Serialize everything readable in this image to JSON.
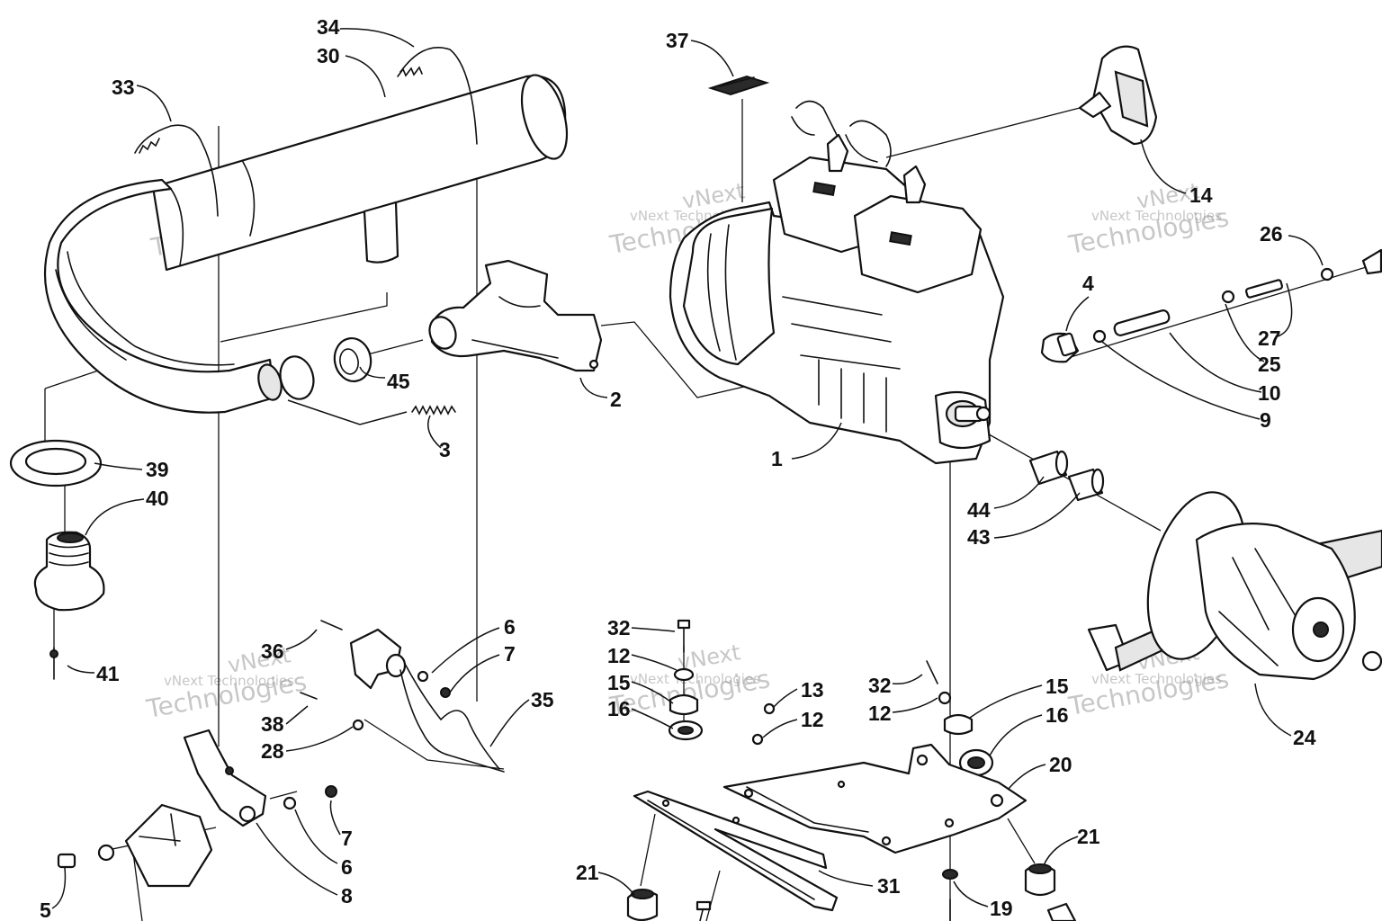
{
  "watermark": {
    "line1": "vNext",
    "line2": "vNext Technologies",
    "line3": "Technologies"
  },
  "callouts": [
    {
      "id": "c34",
      "label": "34"
    },
    {
      "id": "c30",
      "label": "30"
    },
    {
      "id": "c33",
      "label": "33"
    },
    {
      "id": "c37",
      "label": "37"
    },
    {
      "id": "c14",
      "label": "14"
    },
    {
      "id": "c26",
      "label": "26"
    },
    {
      "id": "c4",
      "label": "4"
    },
    {
      "id": "c27",
      "label": "27"
    },
    {
      "id": "c25",
      "label": "25"
    },
    {
      "id": "c10",
      "label": "10"
    },
    {
      "id": "c9",
      "label": "9"
    },
    {
      "id": "c45",
      "label": "45"
    },
    {
      "id": "c2",
      "label": "2"
    },
    {
      "id": "c3",
      "label": "3"
    },
    {
      "id": "c1",
      "label": "1"
    },
    {
      "id": "c39",
      "label": "39"
    },
    {
      "id": "c40",
      "label": "40"
    },
    {
      "id": "c44",
      "label": "44"
    },
    {
      "id": "c43",
      "label": "43"
    },
    {
      "id": "c41",
      "label": "41"
    },
    {
      "id": "c36",
      "label": "36"
    },
    {
      "id": "c6a",
      "label": "6"
    },
    {
      "id": "c7a",
      "label": "7"
    },
    {
      "id": "c35",
      "label": "35"
    },
    {
      "id": "c38",
      "label": "38"
    },
    {
      "id": "c28",
      "label": "28"
    },
    {
      "id": "c32a",
      "label": "32"
    },
    {
      "id": "c12a",
      "label": "12"
    },
    {
      "id": "c15a",
      "label": "15"
    },
    {
      "id": "c16a",
      "label": "16"
    },
    {
      "id": "c13",
      "label": "13"
    },
    {
      "id": "c12b",
      "label": "12"
    },
    {
      "id": "c32b",
      "label": "32"
    },
    {
      "id": "c12c",
      "label": "12"
    },
    {
      "id": "c15b",
      "label": "15"
    },
    {
      "id": "c16b",
      "label": "16"
    },
    {
      "id": "c20",
      "label": "20"
    },
    {
      "id": "c24",
      "label": "24"
    },
    {
      "id": "c7b",
      "label": "7"
    },
    {
      "id": "c6b",
      "label": "6"
    },
    {
      "id": "c8",
      "label": "8"
    },
    {
      "id": "c5",
      "label": "5"
    },
    {
      "id": "c21a",
      "label": "21"
    },
    {
      "id": "c31",
      "label": "31"
    },
    {
      "id": "c19",
      "label": "19"
    },
    {
      "id": "c21b",
      "label": "21"
    }
  ]
}
